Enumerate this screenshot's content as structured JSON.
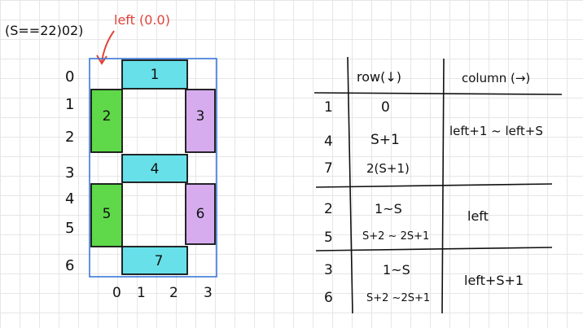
{
  "header": {
    "note": "(S==22)02)",
    "annotation": "left (0.0)"
  },
  "grid": {
    "row_labels": [
      "0",
      "1",
      "2",
      "3",
      "4",
      "5",
      "6"
    ],
    "col_labels": [
      "0",
      "1",
      "2",
      "3"
    ]
  },
  "segments": [
    {
      "id": "1",
      "color": "#67e0e9"
    },
    {
      "id": "2",
      "color": "#5fd84a"
    },
    {
      "id": "3",
      "color": "#d6acef"
    },
    {
      "id": "4",
      "color": "#67e0e9"
    },
    {
      "id": "5",
      "color": "#5fd84a"
    },
    {
      "id": "6",
      "color": "#d6acef"
    },
    {
      "id": "7",
      "color": "#67e0e9"
    }
  ],
  "table": {
    "headers": {
      "row": "row(↓)",
      "column": "column (→)"
    },
    "groups": [
      {
        "rows": [
          {
            "segment": "1",
            "row": "0"
          },
          {
            "segment": "4",
            "row": "S+1"
          },
          {
            "segment": "7",
            "row": "2(S+1)"
          }
        ],
        "column": "left+1 ~ left+S"
      },
      {
        "rows": [
          {
            "segment": "2",
            "row": "1~S"
          },
          {
            "segment": "5",
            "row": "S+2 ~ 2S+1"
          }
        ],
        "column": "left"
      },
      {
        "rows": [
          {
            "segment": "3",
            "row": "1~S"
          },
          {
            "segment": "6",
            "row": "S+2 ~2S+1"
          }
        ],
        "column": "left+S+1"
      }
    ]
  },
  "colors": {
    "ink": "#111111",
    "annotation": "#e0433a",
    "outline": "#3a78d8"
  }
}
